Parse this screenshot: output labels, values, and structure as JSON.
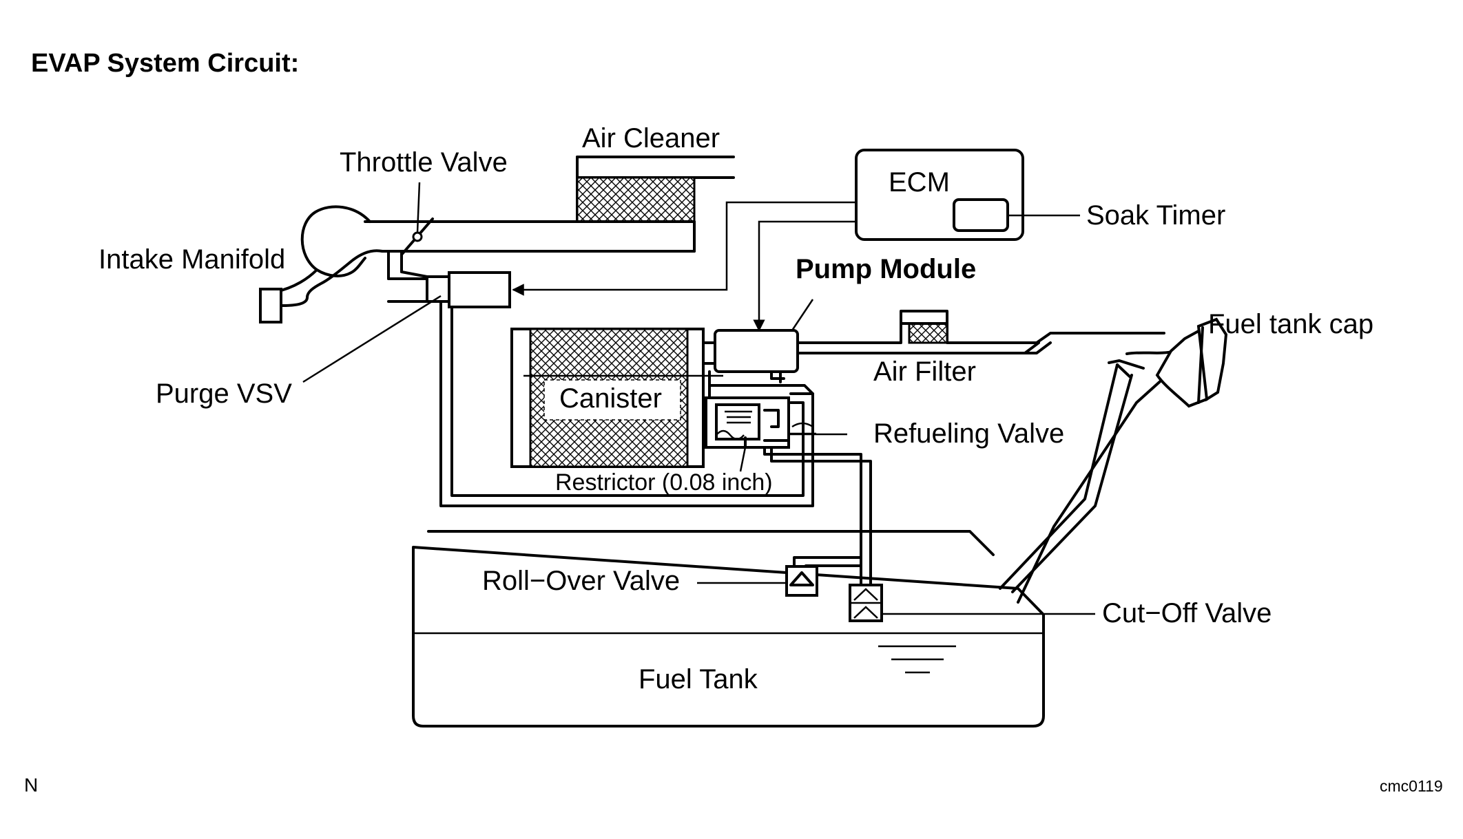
{
  "title": "EVAP System Circuit:",
  "labels": {
    "air_cleaner": "Air Cleaner",
    "throttle_valve": "Throttle Valve",
    "intake_manifold": "Intake Manifold",
    "ecm": "ECM",
    "soak_timer": "Soak Timer",
    "pump_module": "Pump Module",
    "fuel_tank_cap": "Fuel tank cap",
    "air_filter": "Air Filter",
    "purge_vsv": "Purge VSV",
    "canister": "Canister",
    "refueling_valve": "Refueling Valve",
    "restrictor": "Restrictor (0.08 inch)",
    "roll_over_valve": "Roll−Over Valve",
    "cut_off_valve": "Cut−Off Valve",
    "fuel_tank": "Fuel Tank"
  },
  "footer": {
    "left_mark": "N",
    "code": "cmc0119"
  }
}
